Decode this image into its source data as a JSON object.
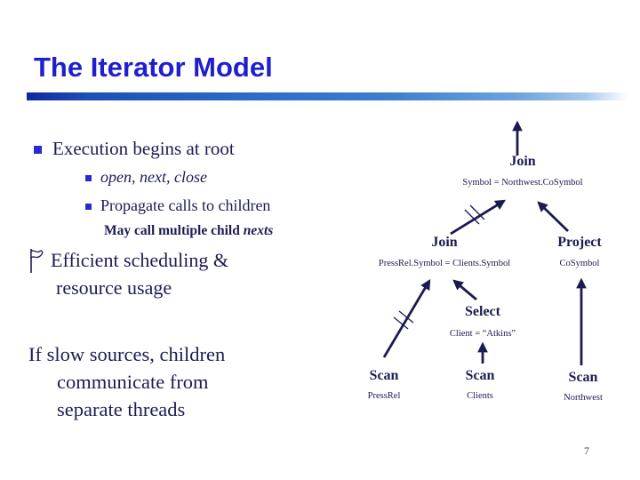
{
  "slide": {
    "title": "The Iterator Model",
    "page_number": "7"
  },
  "bullets": {
    "item1": "Execution begins at root",
    "sub1": "open, next, close",
    "sub2": "Propagate calls to children",
    "note_prefix": "May call multiple child ",
    "note_italic": "next",
    "note_suffix": "s"
  },
  "flag_point": {
    "line1": "Efficient scheduling &",
    "line2": "resource usage"
  },
  "paragraph": {
    "line1": "If slow sources, children",
    "line2": "communicate from",
    "line3": "separate threads"
  },
  "diagram": {
    "nodes": [
      {
        "label": "Join",
        "sublabel": "Symbol = Northwest.CoSymbol"
      },
      {
        "label": "Join",
        "sublabel": "PressRel.Symbol = Clients.Symbol"
      },
      {
        "label": "Project",
        "sublabel": "CoSymbol"
      },
      {
        "label": "Select",
        "sublabel": "Client = “Atkins”"
      },
      {
        "label": "Scan",
        "sublabel": "PressRel"
      },
      {
        "label": "Scan",
        "sublabel": "Clients"
      },
      {
        "label": "Scan",
        "sublabel": "Northwest"
      }
    ]
  },
  "colors": {
    "title_blue": "#1f1fcd",
    "body_navy": "#1c1c52",
    "bullet_blue": "#2a2ad0",
    "arrow_navy": "#1b1b52",
    "bar_gradient_start": "#14279e",
    "bar_gradient_end": "#a9c9ec"
  }
}
